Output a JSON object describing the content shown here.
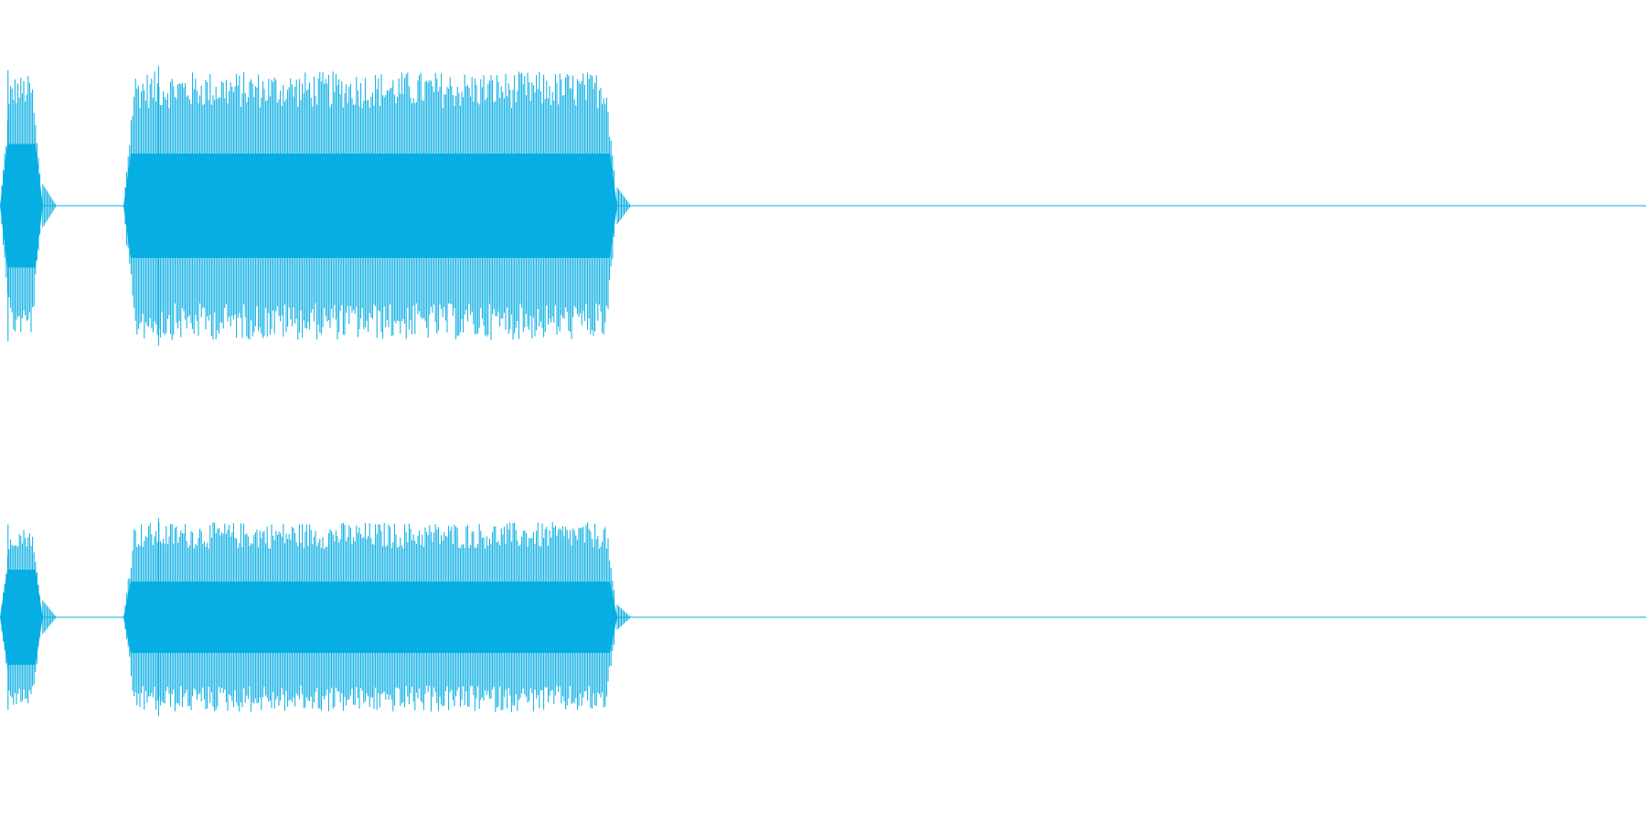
{
  "waveform": {
    "color": "#06AEE3",
    "background": "#FFFFFF",
    "channels": [
      {
        "name": "channel-1",
        "segments": [
          {
            "start": 0.0,
            "end": 0.026,
            "peak": 0.95,
            "body": 0.45
          },
          {
            "start": 0.075,
            "end": 0.375,
            "peak": 0.98,
            "body": 0.38
          }
        ]
      },
      {
        "name": "channel-2",
        "segments": [
          {
            "start": 0.0,
            "end": 0.026,
            "peak": 0.75,
            "body": 0.4
          },
          {
            "start": 0.075,
            "end": 0.375,
            "peak": 0.8,
            "body": 0.3
          }
        ]
      }
    ]
  }
}
